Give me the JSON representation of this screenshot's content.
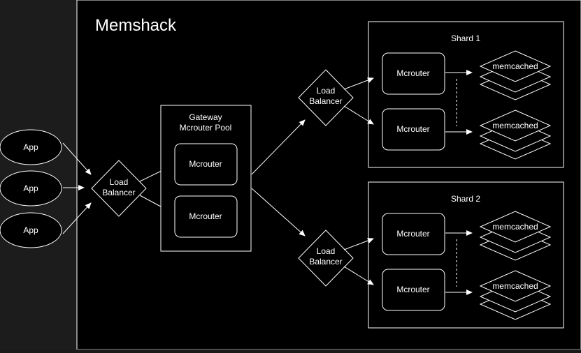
{
  "colors": {
    "background": "#1c1c1c",
    "panel": "#000000",
    "stroke": "#ffffff",
    "text": "#ffffff"
  },
  "panel": {
    "title": "Memshack"
  },
  "apps": [
    "App",
    "App",
    "App"
  ],
  "gateway": {
    "title_line1": "Gateway",
    "title_line2": "Mcrouter Pool",
    "routers": [
      "Mcrouter",
      "Mcrouter"
    ]
  },
  "load_balancers": {
    "main": [
      "Load",
      "Balancer"
    ],
    "shard1": [
      "Load",
      "Balancer"
    ],
    "shard2": [
      "Load",
      "Balancer"
    ]
  },
  "shards": [
    {
      "title": "Shard 1",
      "routers": [
        "Mcrouter",
        "Mcrouter"
      ],
      "caches": [
        "memcached",
        "memcached"
      ]
    },
    {
      "title": "Shard 2",
      "routers": [
        "Mcrouter",
        "Mcrouter"
      ],
      "caches": [
        "memcached",
        "memcached"
      ]
    }
  ]
}
